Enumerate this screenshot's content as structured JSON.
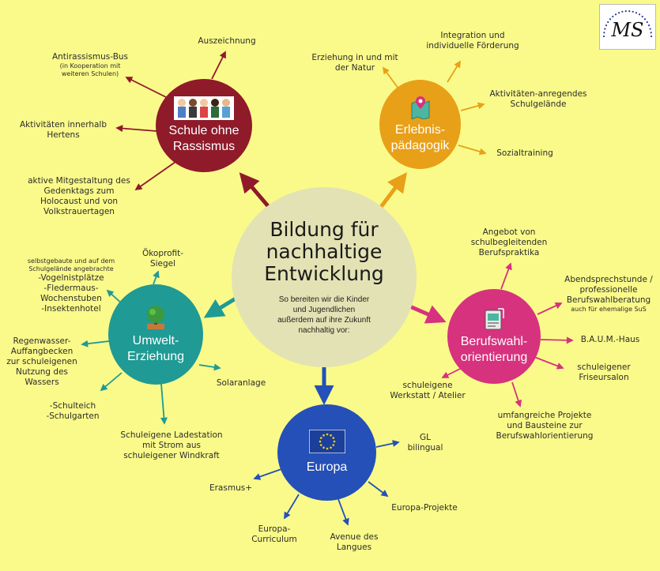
{
  "center": {
    "title_lines": [
      "Bildung für",
      "nachhaltige",
      "Entwicklung"
    ],
    "subtitle_lines": [
      "So bereiten wir die Kinder",
      "und Jugendlichen",
      "außerdem  auf ihre Zukunft",
      "nachhaltig vor:"
    ]
  },
  "colors": {
    "background": "#fafa8a",
    "center": "#e3e2b4",
    "schule": "#8f1a2a",
    "erlebnis": "#e8a018",
    "beruf": "#d6327e",
    "umwelt": "#1f9a94",
    "europa": "#2450b8"
  },
  "nodes": {
    "schule": {
      "label_lines": [
        "Schule ohne",
        "Rassismus"
      ],
      "icon": "children-group-icon",
      "items": {
        "auszeichnung": "Auszeichnung",
        "bus_main": "Antirassismus-Bus",
        "bus_sub1": "(in Kooperation mit",
        "bus_sub2": "weiteren Schulen)",
        "aktiv_l1": "Aktivitäten innerhalb",
        "aktiv_l2": "Hertens",
        "gedenk_l1": "aktive Mitgestaltung des",
        "gedenk_l2": "Gedenktags zum",
        "gedenk_l3": "Holocaust und von",
        "gedenk_l4": "Volkstrauertagen"
      }
    },
    "erlebnis": {
      "label_lines": [
        "Erlebnis-",
        "pädagogik"
      ],
      "icon": "map-pin-icon",
      "items": {
        "integration_l1": "Integration und",
        "integration_l2": "individuelle Förderung",
        "natur_l1": "Erziehung in und mit",
        "natur_l2": "der Natur",
        "gelaende_l1": "Aktivitäten-anregendes",
        "gelaende_l2": "Schulgelände",
        "sozial": "Sozialtraining"
      }
    },
    "beruf": {
      "label_lines": [
        "Berufswahl-",
        "orientierung"
      ],
      "icon": "document-board-icon",
      "items": {
        "praktika_l1": "Angebot von",
        "praktika_l2": "schulbegleitenden",
        "praktika_l3": "Berufspraktika",
        "abend_l1": "Abendsprechstunde /",
        "abend_l2": "professionelle",
        "abend_l3": "Berufswahlberatung",
        "abend_l4": "auch für ehemalige SuS",
        "baum": "B.A.U.M.-Haus",
        "friseur_l1": "schuleigener",
        "friseur_l2": "Friseursalon",
        "projekte_l1": "umfangreiche Projekte",
        "projekte_l2": "und Bausteine zur",
        "projekte_l3": "Berufswahlorientierung",
        "werkstatt_l1": "schuleigene",
        "werkstatt_l2": "Werkstatt / Atelier"
      }
    },
    "umwelt": {
      "label_lines": [
        "Umwelt-",
        "Erziehung"
      ],
      "icon": "tree-icon",
      "items": {
        "oeko_l1": "Ökoprofit-",
        "oeko_l2": "Siegel",
        "nist_s1": "selbstgebaute und auf dem",
        "nist_s2": "Schulgelände angebrachte",
        "nist_l1": "-Vogelnistplätze",
        "nist_l2": "-Fledermaus-",
        "nist_l3": "Wochenstuben",
        "nist_l4": "-Insektenhotel",
        "regen_l1": "Regenwasser-",
        "regen_l2": "Auffangbecken",
        "regen_l3": "zur schuleigenen",
        "regen_l4": "Nutzung des",
        "regen_l5": "Wassers",
        "teich_l1": "-Schulteich",
        "teich_l2": "-Schulgarten",
        "lade_l1": "Schuleigene Ladestation",
        "lade_l2": "mit Strom aus",
        "lade_l3": "schuleigener Windkraft",
        "solar": "Solaranlage"
      }
    },
    "europa": {
      "label": "Europa",
      "icon": "eu-flag-icon",
      "items": {
        "gl_l1": "GL",
        "gl_l2": "bilingual",
        "erasmus": "Erasmus+",
        "projekte": "Europa-Projekte",
        "curr_l1": "Europa-",
        "curr_l2": "Curriculum",
        "avenue_l1": "Avenue des",
        "avenue_l2": "Langues"
      }
    }
  },
  "logo": {
    "text": "MS"
  }
}
